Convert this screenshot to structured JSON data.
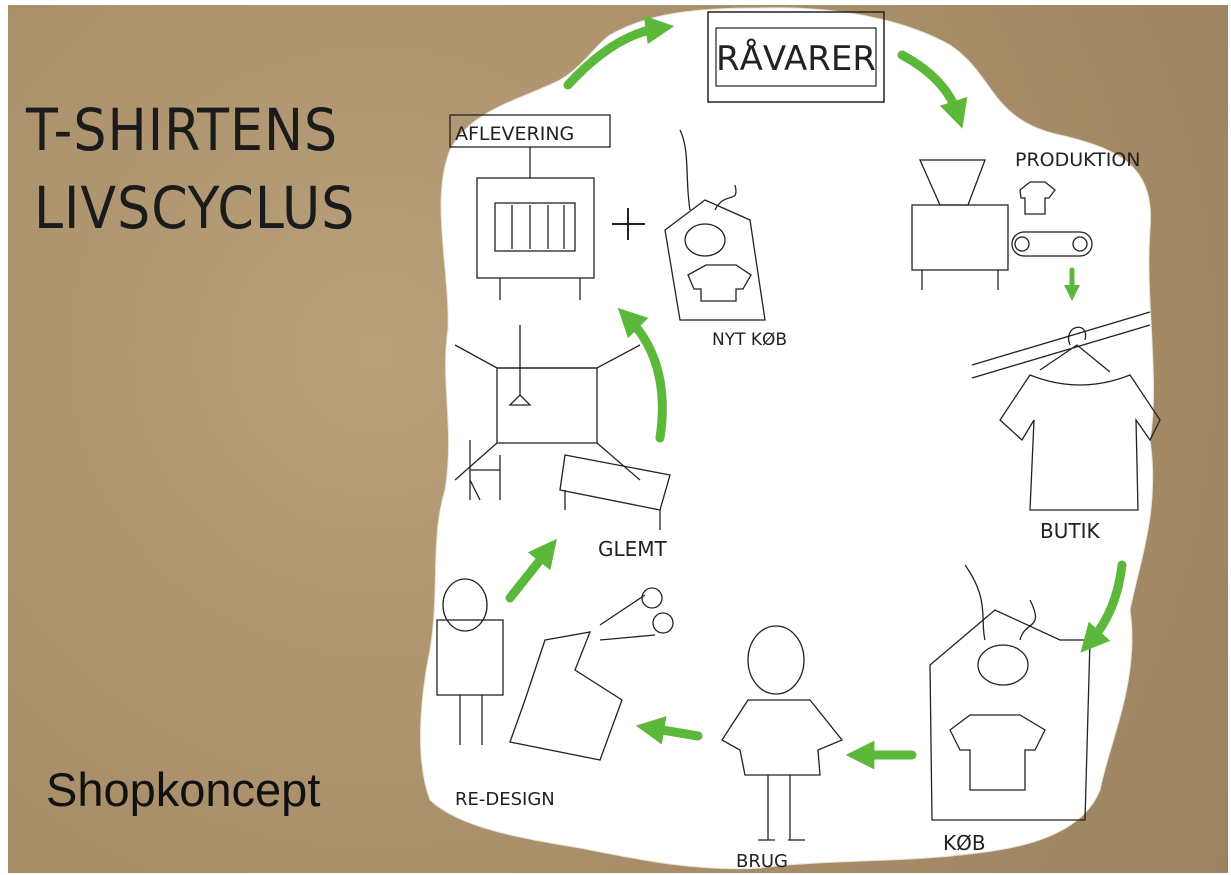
{
  "title": {
    "line1": "T-SHIRTENS",
    "line2": "LIVSCYCLUS"
  },
  "caption": "Shopkoncept",
  "stages": {
    "ravarer": "RÅVARER",
    "produktion": "PRODUKTION",
    "butik": "BUTIK",
    "kob": "KØB",
    "brug": "BRUG",
    "redesign": "RE-DESIGN",
    "glemt": "GLEMT",
    "aflevering": "AFLEVERING",
    "nyt_kob": "NYT KØB"
  },
  "colors": {
    "background": "#a98f69",
    "paper": "#ffffff",
    "arrow": "#5cb83a",
    "ink": "#222222"
  }
}
